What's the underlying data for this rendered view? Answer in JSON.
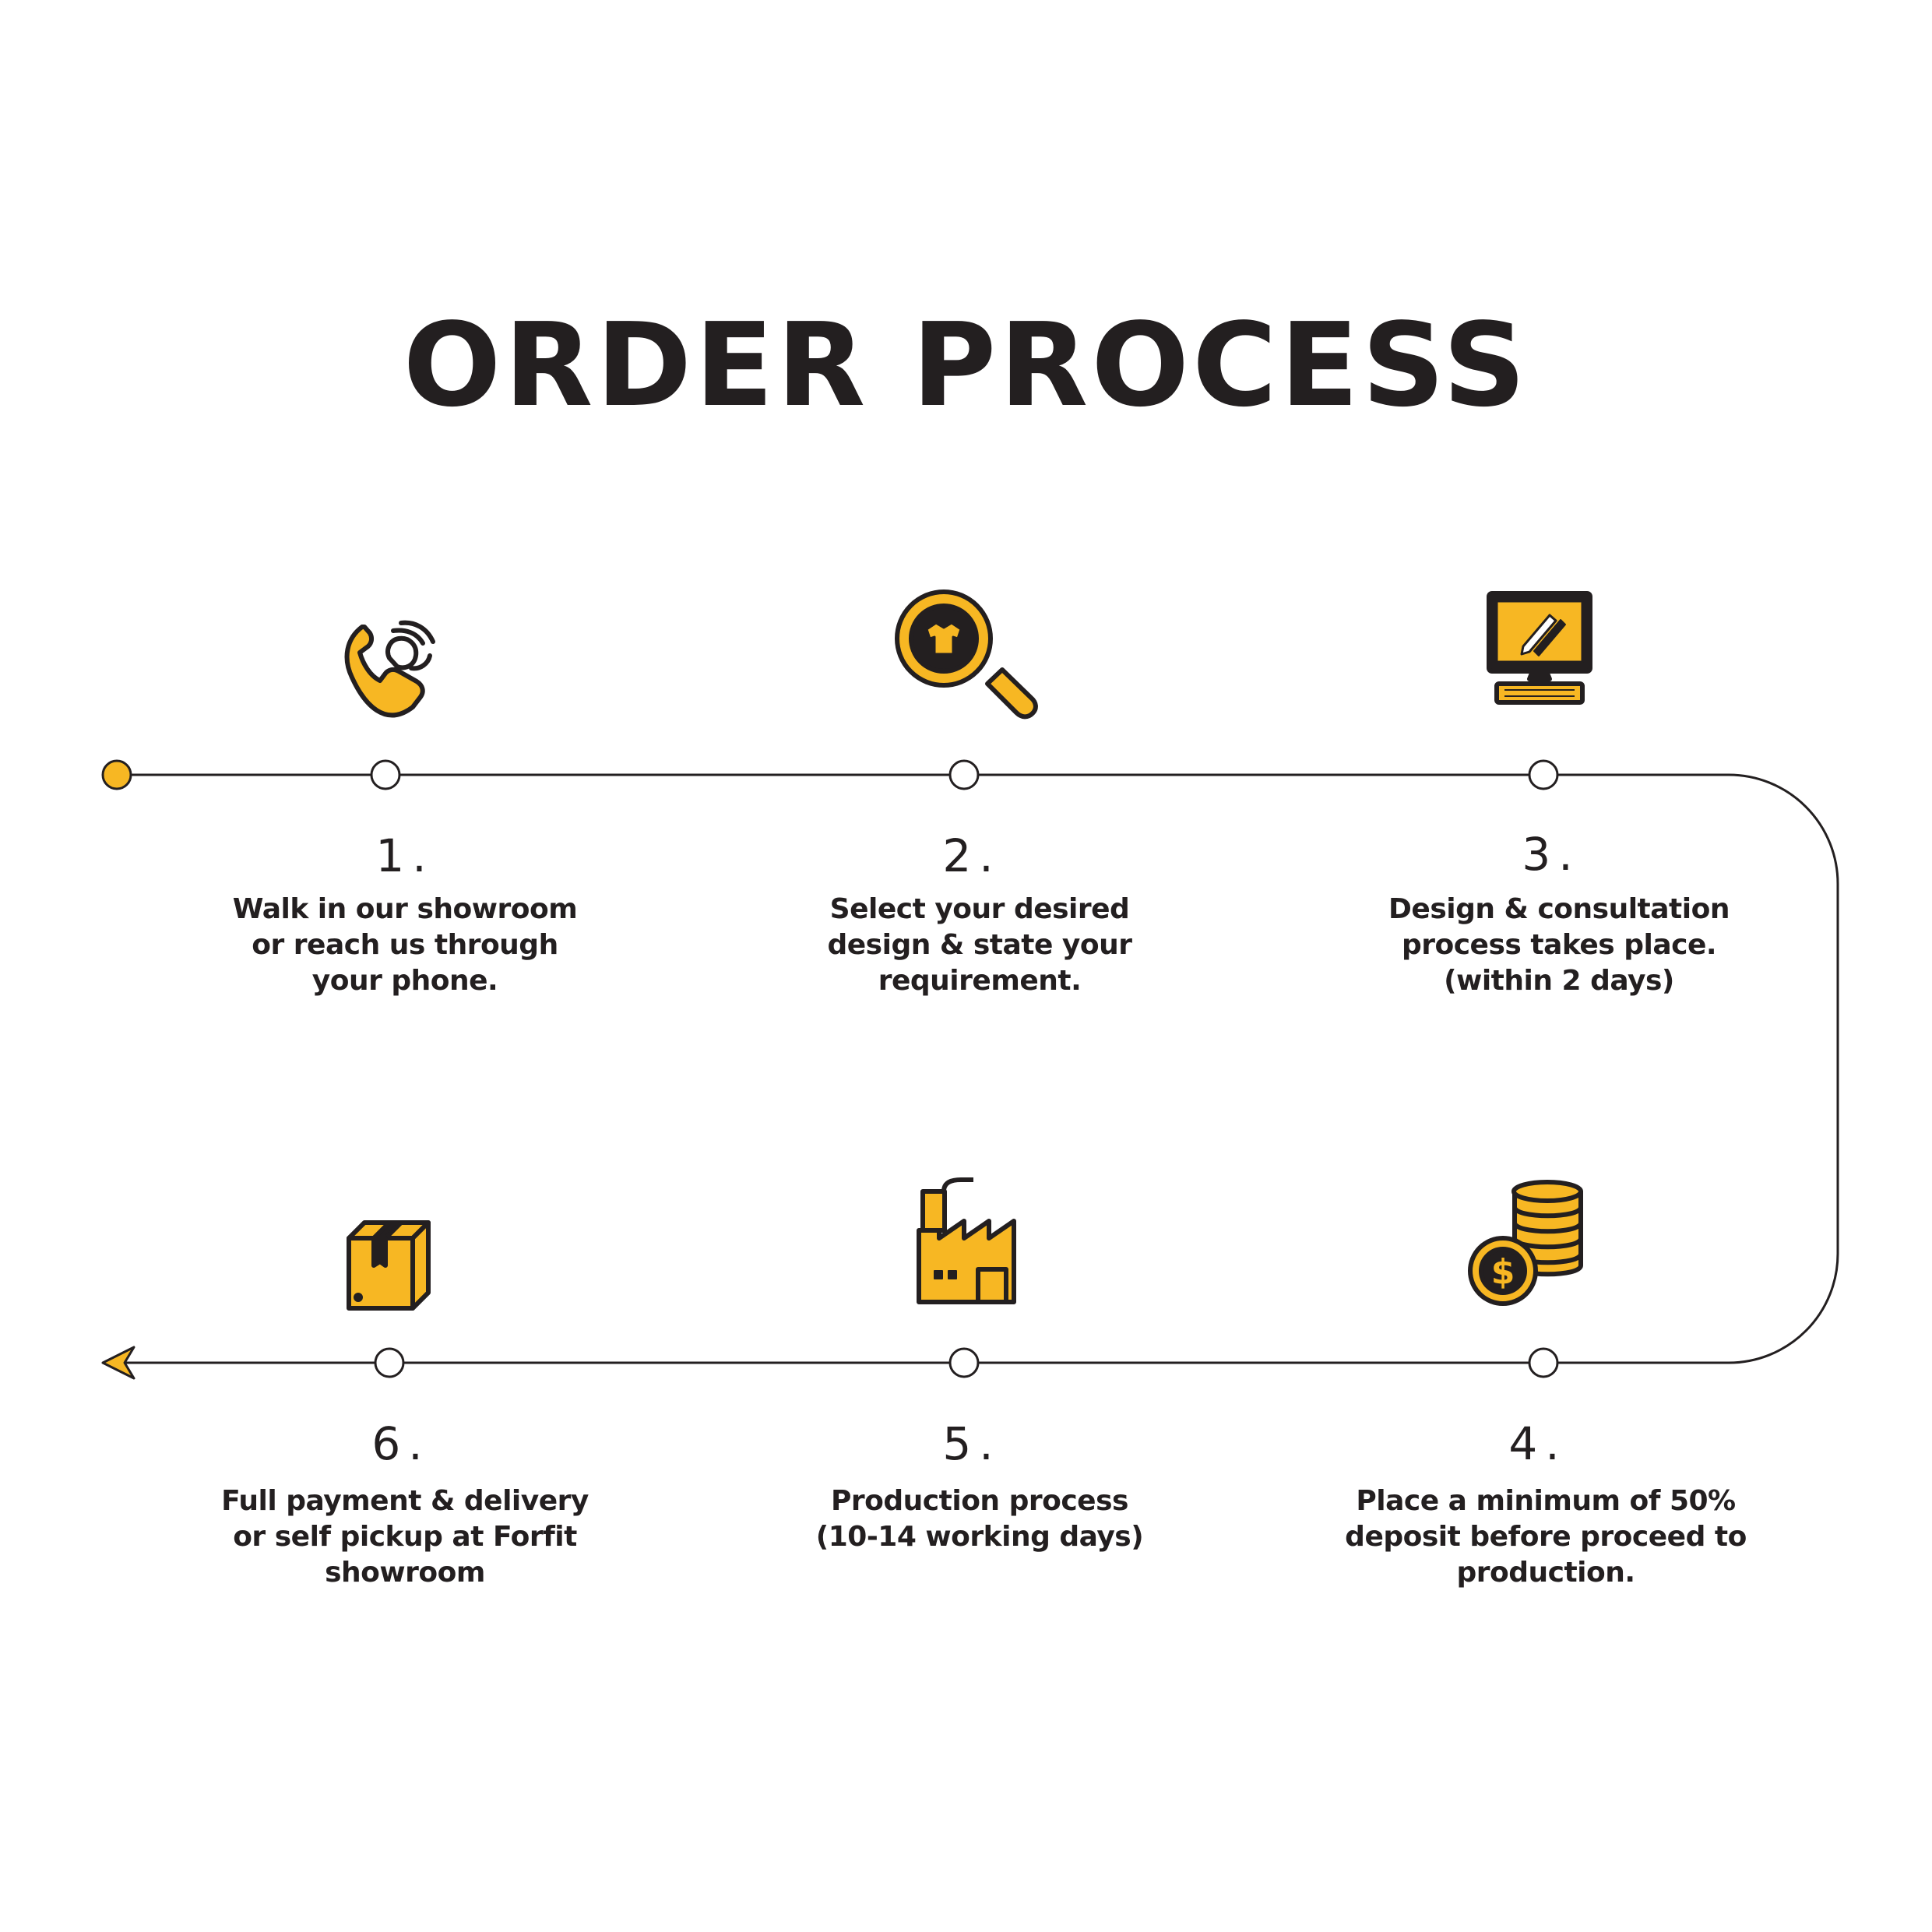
{
  "title": "ORDER PROCESS",
  "colors": {
    "accent": "#f7b723",
    "line": "#231f20",
    "background": "#ffffff"
  },
  "steps": [
    {
      "number": "1.",
      "text": "Walk in our showroom\nor reach us through\nyour phone.",
      "icon": "phone-icon"
    },
    {
      "number": "2.",
      "text": "Select your desired\ndesign & state your\nrequirement.",
      "icon": "magnifier-shirt-icon"
    },
    {
      "number": "3.",
      "text": "Design & consultation\nprocess takes place.\n(within 2 days)",
      "icon": "computer-design-icon"
    },
    {
      "number": "4.",
      "text": "Place a minimum of 50%\ndeposit before proceed to\nproduction.",
      "icon": "coins-icon"
    },
    {
      "number": "5.",
      "text": "Production process\n(10-14 working days)",
      "icon": "factory-icon"
    },
    {
      "number": "6.",
      "text": "Full payment & delivery\nor self pickup at Forfit\nshowroom",
      "icon": "package-icon"
    }
  ]
}
